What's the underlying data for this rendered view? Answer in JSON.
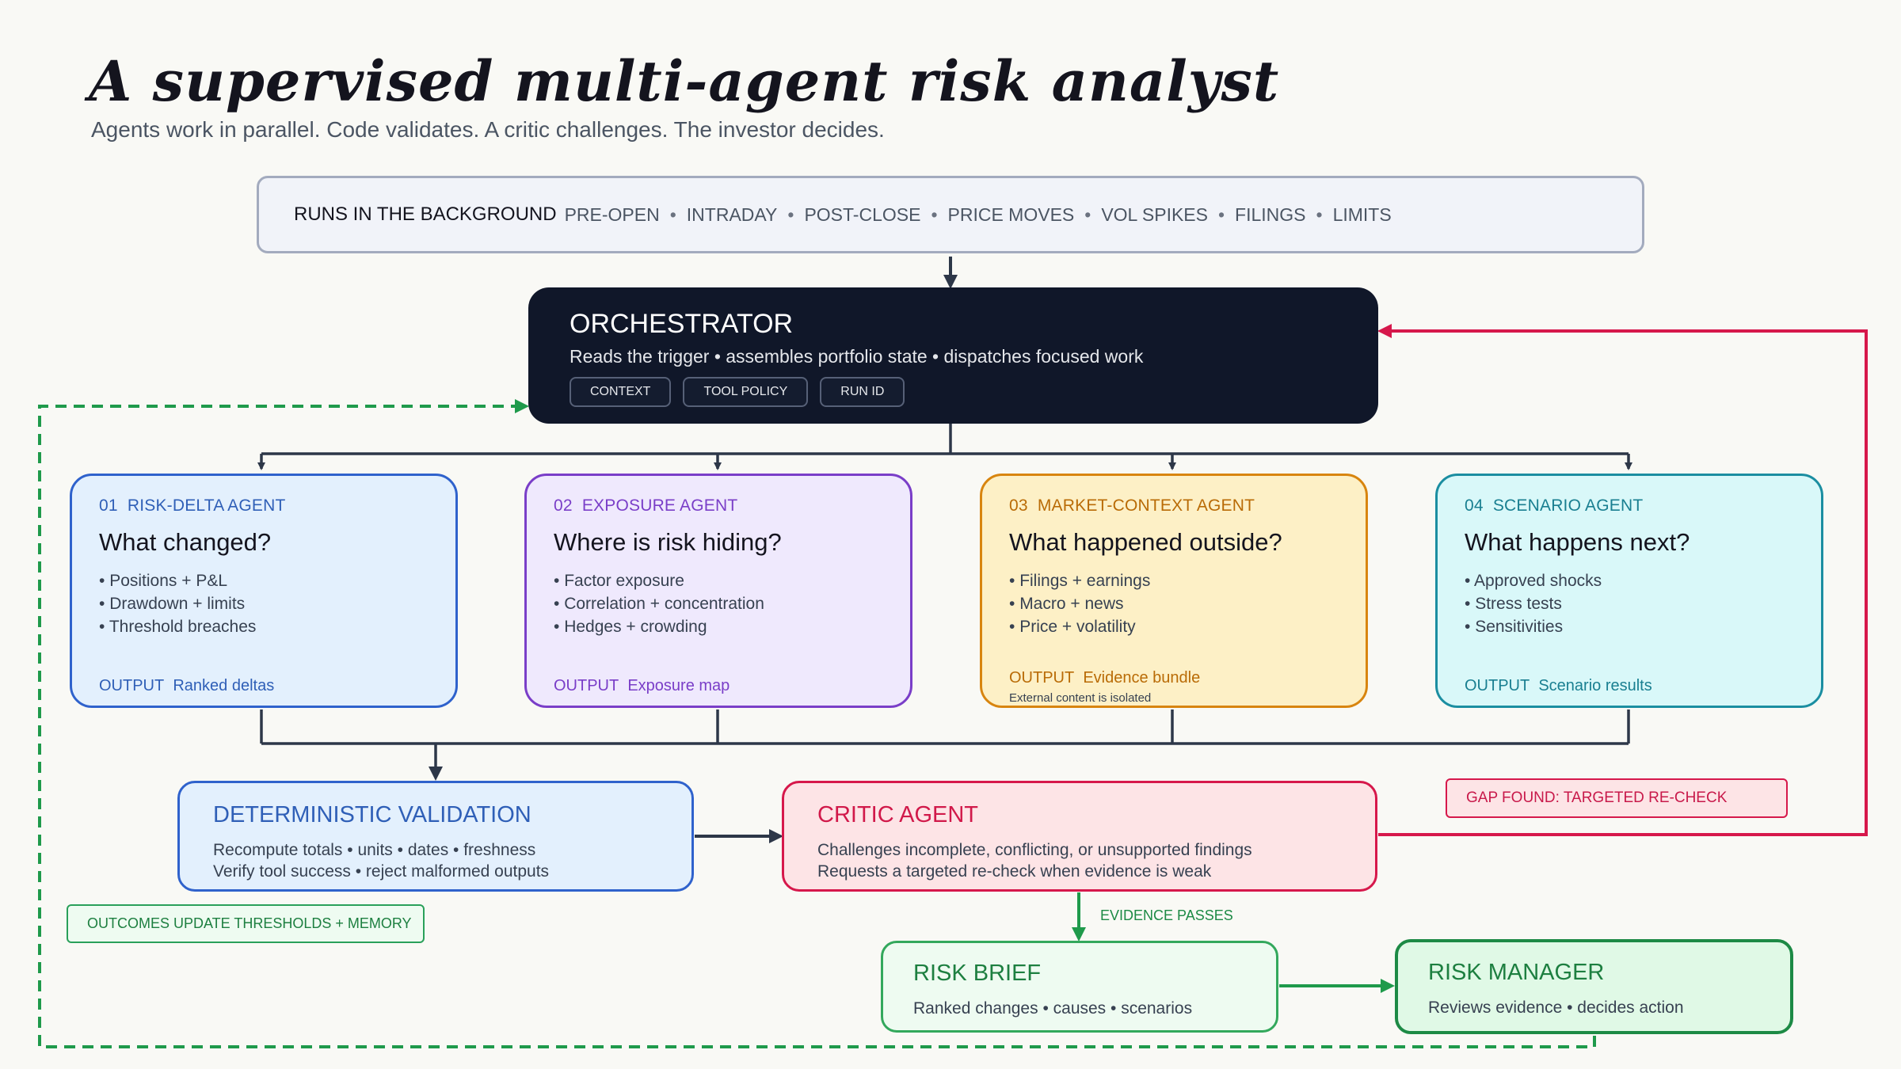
{
  "header": {
    "title": "A supervised multi-agent risk analyst",
    "subtitle": "Agents work in parallel. Code validates. A critic challenges. The investor decides."
  },
  "trigger": {
    "lead": "RUNS IN THE BACKGROUND",
    "events": [
      "PRE-OPEN",
      "INTRADAY",
      "POST-CLOSE",
      "PRICE MOVES",
      "VOL SPIKES",
      "FILINGS",
      "LIMITS"
    ],
    "separator": "•"
  },
  "orchestrator": {
    "title": "ORCHESTRATOR",
    "subtitle": "Reads the trigger • assembles portfolio state • dispatches focused work",
    "chips": [
      "CONTEXT",
      "TOOL POLICY",
      "RUN ID"
    ]
  },
  "agents": [
    {
      "number": "01",
      "name": "RISK-DELTA AGENT",
      "question": "What changed?",
      "bullets": [
        "Positions + P&L",
        "Drawdown + limits",
        "Threshold breaches"
      ],
      "output_label": "OUTPUT",
      "output": "Ranked deltas",
      "note": ""
    },
    {
      "number": "02",
      "name": "EXPOSURE AGENT",
      "question": "Where is risk hiding?",
      "bullets": [
        "Factor exposure",
        "Correlation + concentration",
        "Hedges + crowding"
      ],
      "output_label": "OUTPUT",
      "output": "Exposure map",
      "note": ""
    },
    {
      "number": "03",
      "name": "MARKET-CONTEXT AGENT",
      "question": "What happened outside?",
      "bullets": [
        "Filings + earnings",
        "Macro + news",
        "Price + volatility"
      ],
      "output_label": "OUTPUT",
      "output": "Evidence bundle",
      "note": "External content is isolated"
    },
    {
      "number": "04",
      "name": "SCENARIO AGENT",
      "question": "What happens next?",
      "bullets": [
        "Approved shocks",
        "Stress tests",
        "Sensitivities"
      ],
      "output_label": "OUTPUT",
      "output": "Scenario results",
      "note": ""
    }
  ],
  "validation": {
    "title": "DETERMINISTIC VALIDATION",
    "line1": "Recompute totals • units • dates • freshness",
    "line2": "Verify tool success • reject malformed outputs"
  },
  "critic": {
    "title": "CRITIC AGENT",
    "line1": "Challenges incomplete, conflicting, or unsupported findings",
    "line2": "Requests a targeted re-check when evidence is weak"
  },
  "labels": {
    "gap": "GAP FOUND: TARGETED RE-CHECK",
    "outcomes": "OUTCOMES UPDATE THRESHOLDS + MEMORY",
    "passes": "EVIDENCE PASSES"
  },
  "brief": {
    "title": "RISK BRIEF",
    "line": "Ranked changes • causes • scenarios"
  },
  "manager": {
    "title": "RISK MANAGER",
    "line": "Reviews evidence • decides action"
  },
  "colors": {
    "dark": "#101729",
    "connector": "#2d3748",
    "feedback_red": "#d6184b",
    "memory_green": "#1f9a4b",
    "agent1": "#2f62cc",
    "agent2": "#7a3ec8",
    "agent3": "#d8850f",
    "agent4": "#1b8ea1"
  }
}
